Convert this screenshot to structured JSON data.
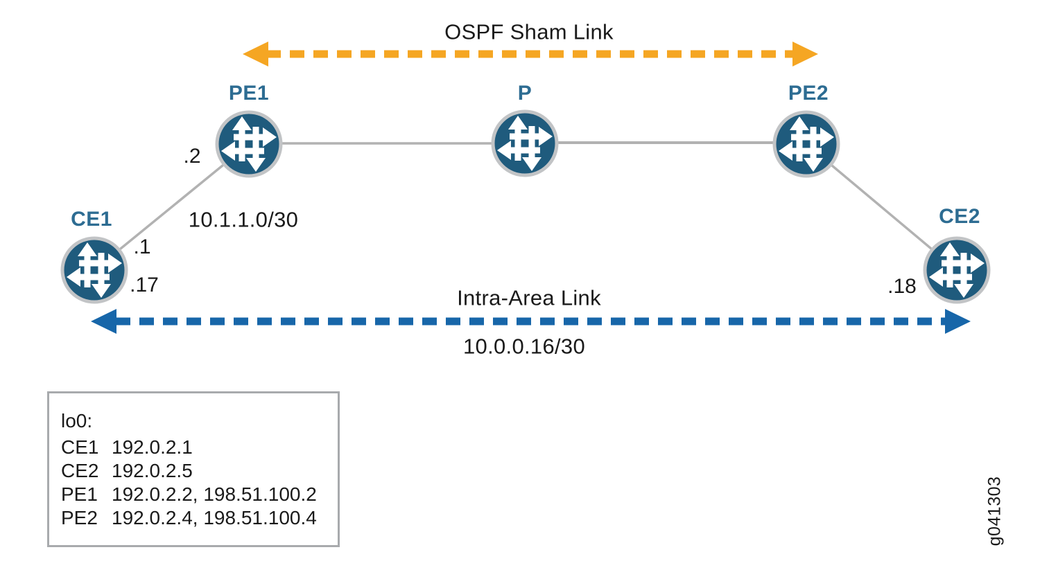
{
  "nodes": {
    "pe1": {
      "label": "PE1"
    },
    "p": {
      "label": "P"
    },
    "pe2": {
      "label": "PE2"
    },
    "ce1": {
      "label": "CE1"
    },
    "ce2": {
      "label": "CE2"
    }
  },
  "links": {
    "sham": {
      "label": "OSPF Sham Link"
    },
    "intra": {
      "label": "Intra-Area Link",
      "subnet": "10.0.0.16/30"
    },
    "ce1_pe1": {
      "subnet": "10.1.1.0/30"
    }
  },
  "interface_labels": {
    "pe1_side": ".2",
    "ce1_side": ".1",
    "ce1_intra": ".17",
    "ce2_intra": ".18"
  },
  "legend": {
    "heading": "lo0:",
    "rows": [
      {
        "device": "CE1",
        "addresses": "192.0.2.1"
      },
      {
        "device": "CE2",
        "addresses": "192.0.2.5"
      },
      {
        "device": "PE1",
        "addresses": "192.0.2.2, 198.51.100.2"
      },
      {
        "device": "PE2",
        "addresses": "192.0.2.4, 198.51.100.4"
      }
    ]
  },
  "figure_id": "g041303",
  "colors": {
    "router_fill": "#1f5b7d",
    "router_ring": "#c2c4c6",
    "node_label_blue": "#2d6c92",
    "sham_link_orange": "#f5a623",
    "intra_link_blue": "#1766a9",
    "physical_link_gray": "#b2b2b2",
    "text_black": "#1a1a1a",
    "legend_border_gray": "#a8aaad"
  }
}
